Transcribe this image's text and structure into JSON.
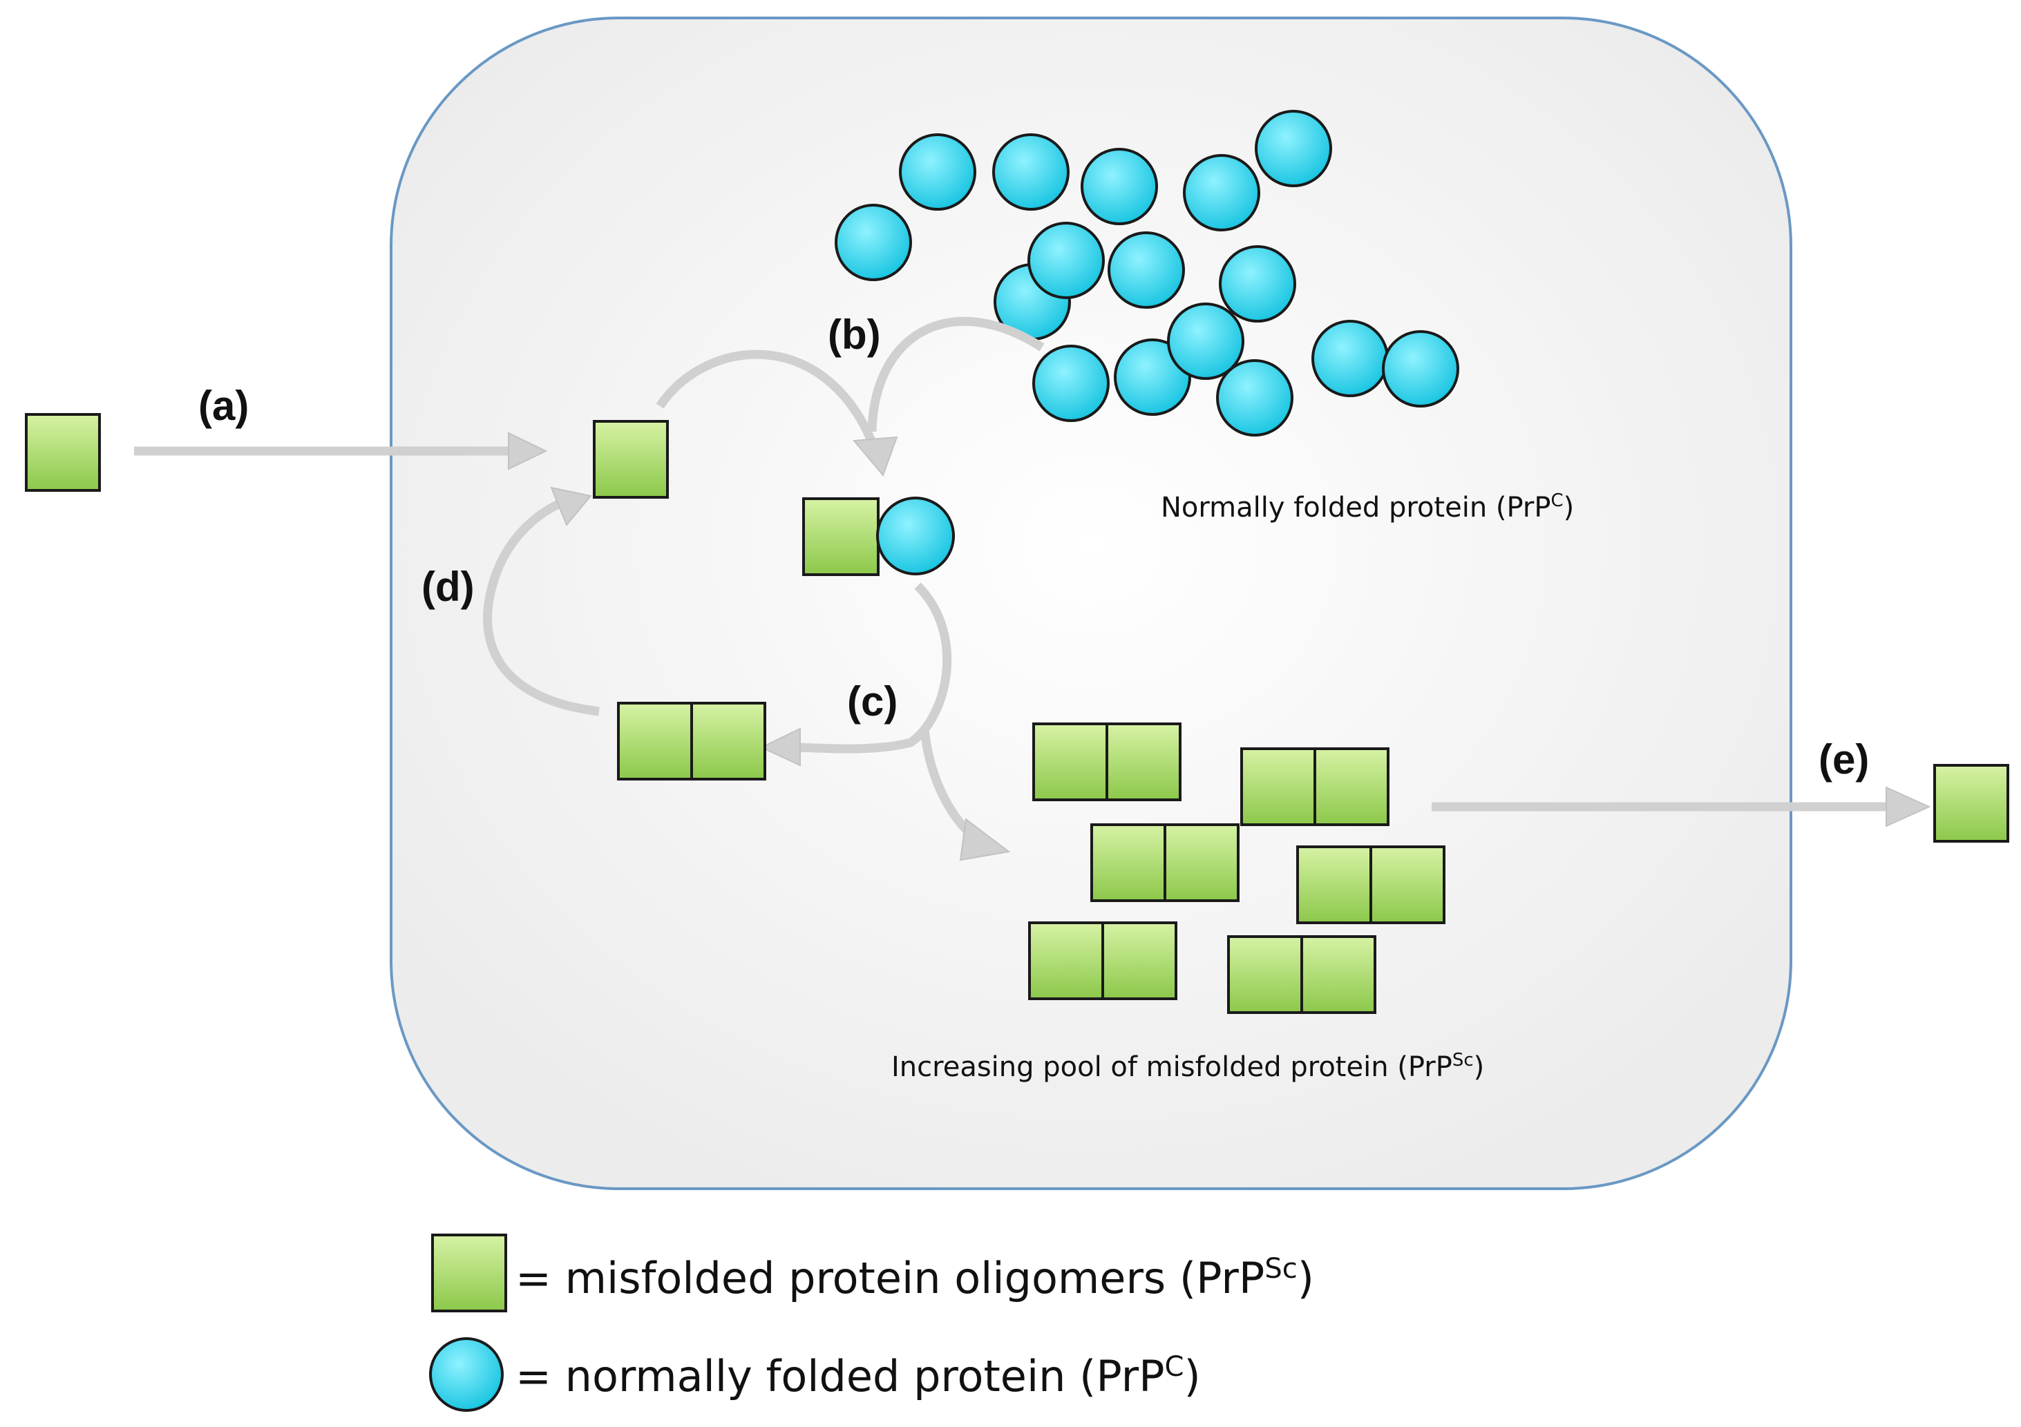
{
  "colors": {
    "cell_fill_center": "#ffffff",
    "cell_fill_edge": "#ececec",
    "cell_border": "#6a98c4",
    "square_light": "#d6f2a4",
    "square_dark": "#8cc84a",
    "circle_light": "#8ff2ff",
    "circle_dark": "#14c3e0",
    "arrow": "#d0d0d0"
  },
  "steps": {
    "a": "(a)",
    "b": "(b)",
    "c": "(c)",
    "d": "(d)",
    "e": "(e)"
  },
  "captions": {
    "normal_pool": {
      "text": "Normally folded protein (PrP",
      "sup": "C",
      "close": ")"
    },
    "misfolded_pool": {
      "text": "Increasing pool of misfolded protein (PrP",
      "sup": "Sc",
      "close": ")"
    }
  },
  "legend": {
    "misfolded": {
      "text": "= misfolded protein oligomers (PrP",
      "sup": "Sc",
      "close": ")"
    },
    "normal": {
      "text": "= normally folded protein (PrP",
      "sup": "C",
      "close": ")"
    }
  }
}
